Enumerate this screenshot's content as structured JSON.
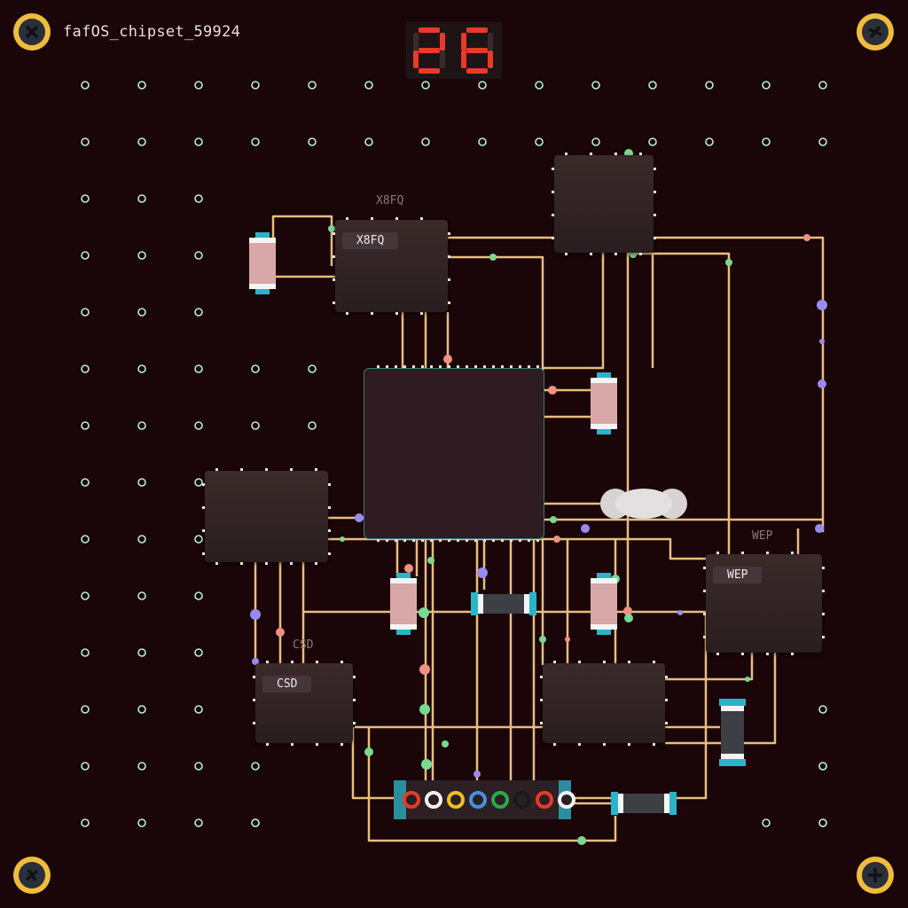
{
  "board": {
    "name": "fafOS_chipset_59924",
    "counter": "26",
    "colors": {
      "background": "#1a0508",
      "trace": "#f2c888",
      "screw": "#f0bc3c",
      "segment_on": "#e83a2a",
      "segment_off": "#3a2a2a"
    }
  },
  "chips": {
    "x8fq": {
      "label": "X8FQ",
      "silk": "X8FQ"
    },
    "wep": {
      "label": "WEP",
      "silk": "WEP"
    },
    "csd": {
      "label": "CSD",
      "silk": "CSD"
    }
  },
  "header_pins": [
    "red",
    "white",
    "yellow",
    "blue",
    "green",
    "black",
    "red",
    "white"
  ],
  "pin_colors": {
    "red": "#e83a2a",
    "white": "#f4f4f4",
    "yellow": "#f0c020",
    "blue": "#4a8ee0",
    "green": "#2aa84a",
    "black": "#1a1a1a"
  },
  "icons": [
    "screw-icon",
    "seven-segment-display"
  ]
}
